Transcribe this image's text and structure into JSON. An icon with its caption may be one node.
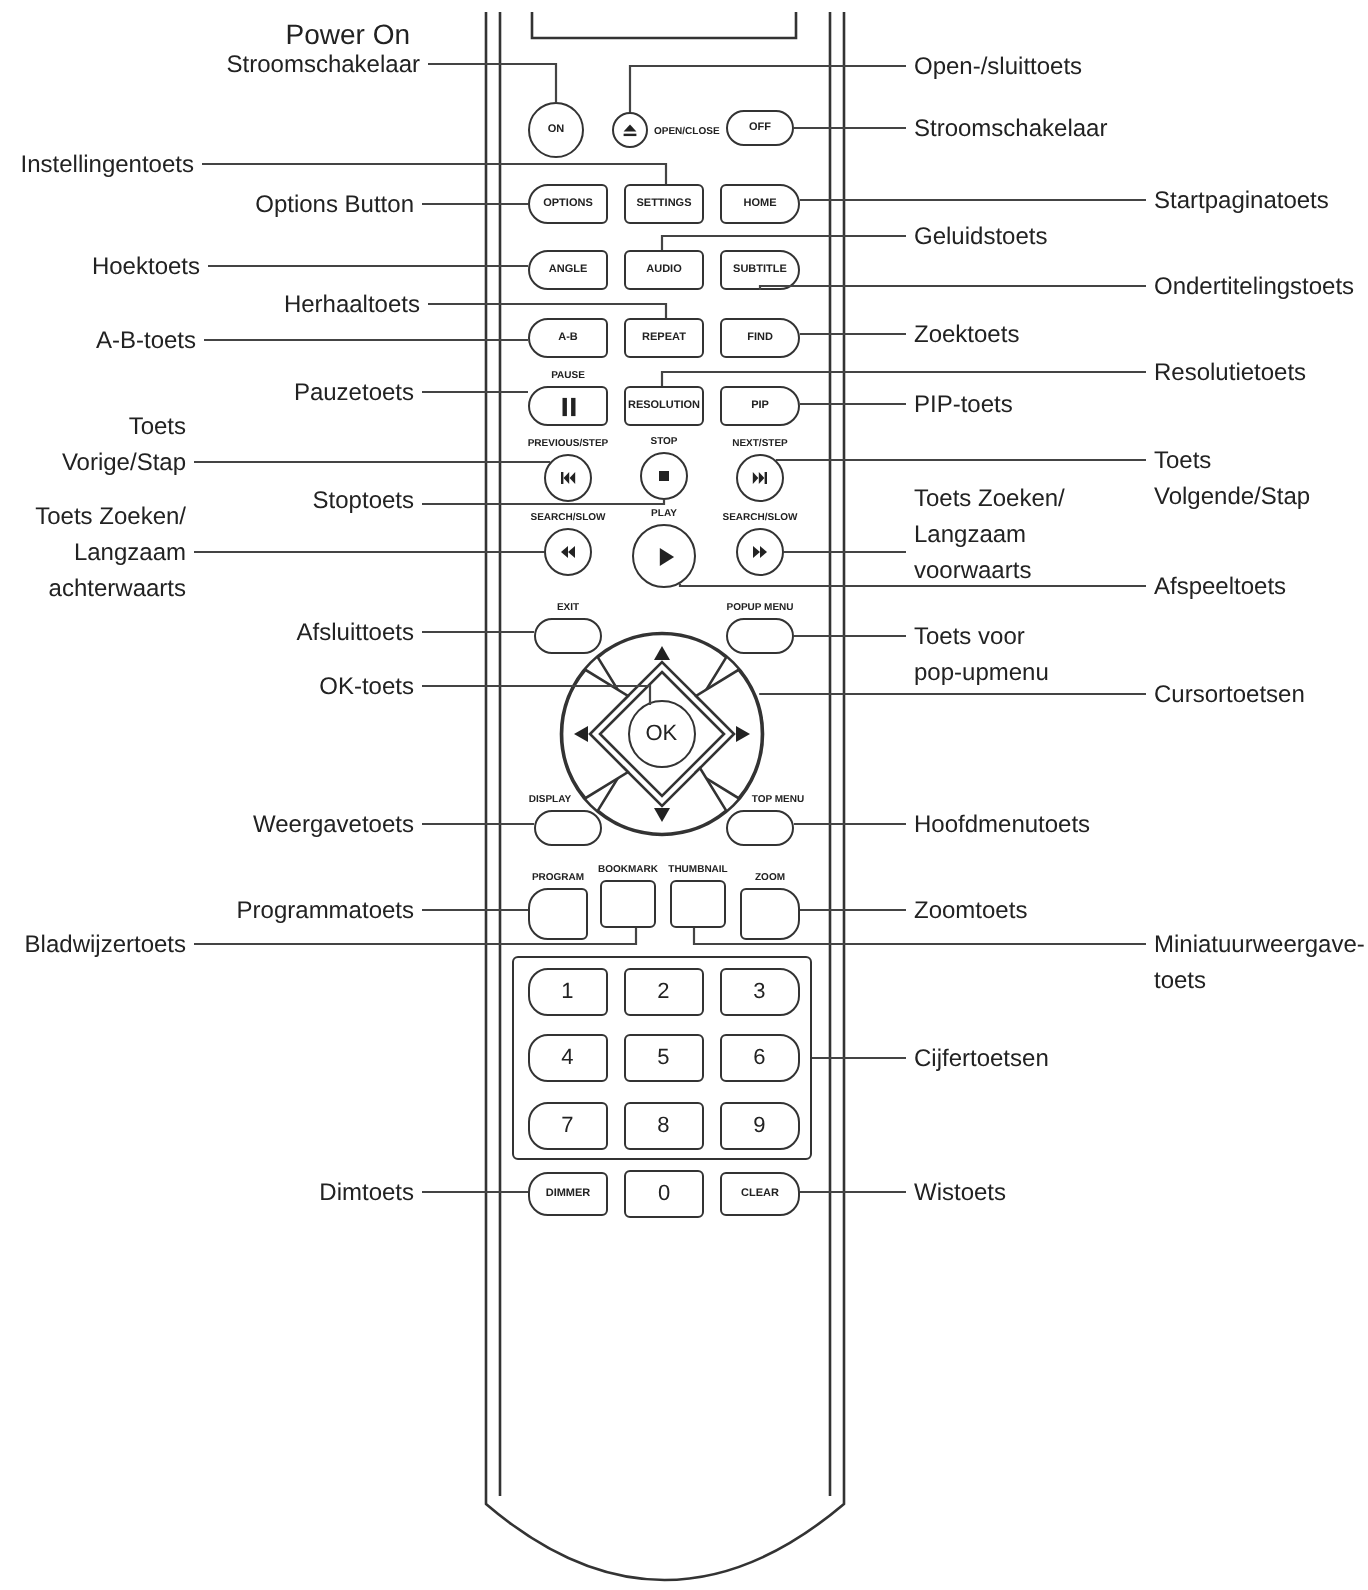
{
  "diagram": {
    "nodes": [
      {
        "text": [
          "Stroomschakelaar"
        ]
      },
      {
        "text": [
          "ON"
        ]
      },
      {
        "text": [
          "Open-/sluittoets"
        ]
      },
      {
        "text": [],
        "shape": "circle",
        "beside": [
          "OPEN/CLOSE"
        ]
      },
      {
        "text": [
          "Stroomschakelaar"
        ]
      },
      {
        "text": [
          "OFF"
        ]
      },
      {
        "text": [
          "Instellingentoets"
        ]
      },
      {
        "text": [
          "SETTINGS"
        ]
      },
      {
        "text": [
          "Options Button"
        ]
      },
      {
        "text": [
          "OPTIONS"
        ]
      },
      {
        "text": [
          "Startpaginatoets"
        ]
      },
      {
        "text": [
          "HOME"
        ]
      },
      {
        "text": [
          "Hoektoets"
        ]
      },
      {
        "text": [
          "ANGLE"
        ]
      },
      {
        "text": [
          "Geluidstoets"
        ]
      },
      {
        "text": [
          "AUDIO"
        ]
      },
      {
        "text": [
          "Ondertitelingstoets"
        ]
      },
      {
        "text": [
          "SUBTITLE"
        ]
      },
      {
        "text": [
          "Herhaaltoets"
        ]
      },
      {
        "text": [
          "REPEAT"
        ]
      },
      {
        "text": [
          "A-B-toets"
        ]
      },
      {
        "text": [
          "A-B"
        ]
      },
      {
        "text": [
          "Zoektoets"
        ]
      },
      {
        "text": [
          "FIND"
        ]
      },
      {
        "text": [
          "Resolutietoets"
        ]
      },
      {
        "text": [
          "RESOLUTION"
        ]
      },
      {
        "text": [
          "Pauzetoets"
        ]
      },
      {
        "text": [],
        "shape": "box",
        "beside": [
          "PAUSE"
        ]
      },
      {
        "text": [
          "PIP-toets"
        ]
      },
      {
        "text": [
          "PIP"
        ]
      },
      {
        "text": [
          "Toets Vorige/Stap"
        ]
      },
      {
        "text": [],
        "shape": "circle",
        "beside": [
          "PREVIOUS/STEP"
        ]
      },
      {
        "text": [
          "Stoptoets"
        ]
      },
      {
        "text": [],
        "shape": "circle",
        "beside": [
          "STOP"
        ]
      },
      {
        "text": [
          "Toets Volgende/Stap"
        ]
      },
      {
        "text": [],
        "shape": "circle",
        "beside": [
          "NEXT/STEP"
        ]
      },
      {
        "text": [
          "Toets Zoeken/ Langzaam achterwaarts"
        ]
      },
      {
        "text": [],
        "shape": "circle",
        "beside": [
          "SEARCH/SLOW"
        ]
      },
      {
        "text": [
          "Toets Zoeken/ Langzaam voorwaarts"
        ]
      },
      {
        "text": [],
        "shape": "circle",
        "beside": [
          "SEARCH/SLOW"
        ]
      },
      {
        "text": [
          "Afspeeltoets"
        ]
      },
      {
        "text": [],
        "shape": "circle",
        "beside": [
          "PLAY"
        ]
      },
      {
        "text": [
          "Afsluittoets"
        ]
      },
      {
        "text": [],
        "shape": "box",
        "beside": [
          "EXIT"
        ]
      },
      {
        "text": [
          "Toets voor pop-upmenu"
        ]
      },
      {
        "text": [],
        "shape": "box",
        "beside": [
          "POPUP MENU"
        ]
      },
      {
        "text": [
          "OK-toets"
        ]
      },
      {
        "text": [],
        "shape": "circle"
      },
      {
        "text": [
          "OK"
        ],
        "in": 47
      },
      {
        "text": [
          "Cursortoetsen"
        ]
      },
      {
        "text": [
          "Weergavetoets"
        ]
      },
      {
        "text": [],
        "shape": "box",
        "beside": [
          "DISPLAY"
        ]
      },
      {
        "text": [
          "Hoofdmenutoets"
        ]
      },
      {
        "text": [],
        "shape": "box",
        "beside": [
          "TOP MENU"
        ]
      },
      {
        "text": [
          "Programmatoets"
        ]
      },
      {
        "text": [],
        "shape": "box",
        "beside": [
          "PROGRAM"
        ]
      },
      {
        "text": [
          "Zoomtoets"
        ]
      },
      {
        "text": [],
        "shape": "box",
        "beside": [
          "ZOOM"
        ]
      },
      {
        "text": [
          "Bladwijzertoets"
        ]
      },
      {
        "text": [],
        "shape": "box",
        "beside": [
          "BOOKMARK"
        ]
      },
      {
        "text": [
          "Miniatuurweergave- toets"
        ]
      },
      {
        "text": [],
        "shape": "box",
        "beside": [
          "THUMBNAIL"
        ]
      },
      {
        "text": [
          "Cijfertoetsen"
        ]
      },
      {
        "text": [],
        "shape": "box"
      },
      {
        "text": [
          "1"
        ],
        "in": 63
      },
      {
        "text": [
          "2"
        ],
        "in": 63
      },
      {
        "text": [
          "3"
        ],
        "in": 63
      },
      {
        "text": [
          "4"
        ],
        "in": 63
      },
      {
        "text": [
          "5"
        ],
        "in": 63
      },
      {
        "text": [
          "6"
        ],
        "in": 63
      },
      {
        "text": [
          "7"
        ],
        "in": 63
      },
      {
        "text": [
          "8"
        ],
        "in": 63
      },
      {
        "text": [
          "9"
        ],
        "in": 63
      },
      {
        "text": [
          "Dimtoets"
        ]
      },
      {
        "text": [
          "DIMMER"
        ]
      },
      {
        "text": [
          "0"
        ]
      },
      {
        "text": [
          "Wistoets"
        ]
      },
      {
        "text": [
          "CLEAR"
        ]
      }
    ],
    "edges": [
      {
        "from": 0,
        "to": 1,
        "arrow": "none"
      },
      {
        "from": 2,
        "to": 3,
        "arrow": "none"
      },
      {
        "from": 4,
        "to": 5,
        "arrow": "none"
      },
      {
        "from": 6,
        "to": 7,
        "arrow": "none"
      },
      {
        "from": 8,
        "to": 9,
        "arrow": "none"
      },
      {
        "from": 10,
        "to": 11,
        "arrow": "none"
      },
      {
        "from": 12,
        "to": 13,
        "arrow": "none"
      },
      {
        "from": 14,
        "to": 15,
        "arrow": "none"
      },
      {
        "from": 16,
        "to": 17,
        "arrow": "none"
      },
      {
        "from": 18,
        "to": 19,
        "arrow": "none"
      },
      {
        "from": 20,
        "to": 21,
        "arrow": "none"
      },
      {
        "from": 22,
        "to": 23,
        "arrow": "none"
      },
      {
        "from": 24,
        "to": 25,
        "arrow": "none"
      },
      {
        "from": 26,
        "to": 27,
        "arrow": "none"
      },
      {
        "from": 28,
        "to": 29,
        "arrow": "none"
      },
      {
        "from": 30,
        "to": 31,
        "arrow": "none"
      },
      {
        "from": 32,
        "to": 33,
        "arrow": "none"
      },
      {
        "from": 34,
        "to": 35,
        "arrow": "none"
      },
      {
        "from": 36,
        "to": 37,
        "arrow": "none"
      },
      {
        "from": 38,
        "to": 39,
        "arrow": "none"
      },
      {
        "from": 40,
        "to": 41,
        "arrow": "none"
      },
      {
        "from": 42,
        "to": 43,
        "arrow": "none"
      },
      {
        "from": 44,
        "to": 45,
        "arrow": "none"
      },
      {
        "from": 46,
        "to": 48,
        "arrow": "none"
      },
      {
        "from": 49,
        "to": 47,
        "arrow": "none"
      },
      {
        "from": 50,
        "to": 51,
        "arrow": "none"
      },
      {
        "from": 52,
        "to": 53,
        "arrow": "none"
      },
      {
        "from": 54,
        "to": 55,
        "arrow": "none"
      },
      {
        "from": 56,
        "to": 57,
        "arrow": "none"
      },
      {
        "from": 58,
        "to": 59,
        "arrow": "none"
      },
      {
        "from": 60,
        "to": 61,
        "arrow": "none"
      },
      {
        "from": 62,
        "to": 63,
        "arrow": "none"
      },
      {
        "from": 73,
        "to": 74,
        "arrow": "none"
      },
      {
        "from": 76,
        "to": 77,
        "arrow": "none"
      }
    ],
    "labels": [
      "Power On"
    ]
  }
}
